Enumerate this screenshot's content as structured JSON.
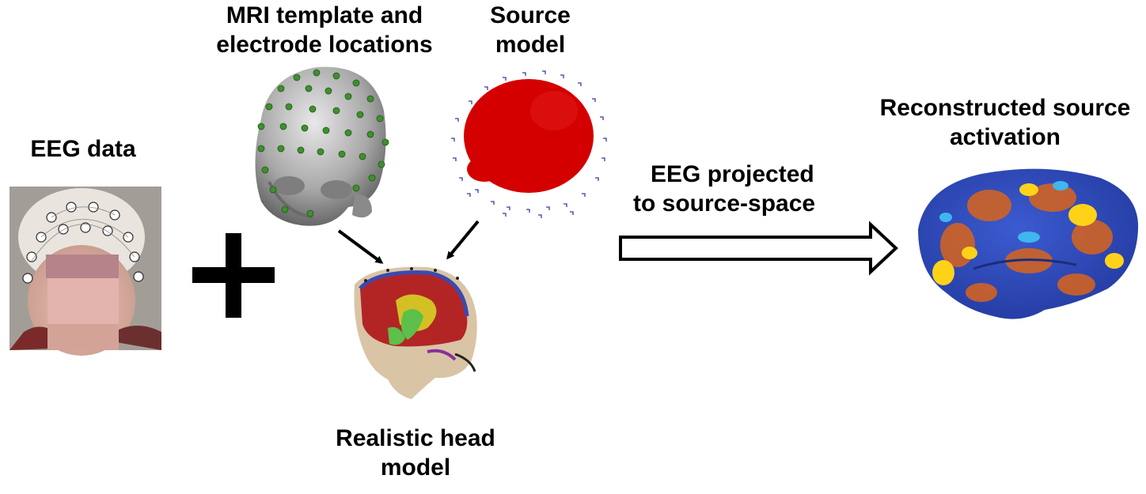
{
  "labels": {
    "eeg_data": "EEG data",
    "mri_template_line1": "MRI template and",
    "mri_template_line2": "electrode locations",
    "source_model_line1": "Source",
    "source_model_line2": "model",
    "realistic_head_line1": "Realistic head",
    "realistic_head_line2": "model",
    "eeg_projected_line1": "EEG projected",
    "eeg_projected_line2": "to source-space",
    "reconstructed_line1": "Reconstructed source",
    "reconstructed_line2": "activation"
  },
  "symbols": {
    "plus": "+"
  },
  "images": [
    "infant-eeg-cap-photo",
    "mri-head-with-electrodes",
    "source-model-point-cloud",
    "realistic-head-model-sagittal",
    "brain-activation-map"
  ],
  "colors": {
    "electrode_green": "#3f8f2f",
    "source_red": "#d40000",
    "source_blue": "#3a3aa0",
    "activation_blue": "#2a4ab8",
    "activation_orange": "#d9641c",
    "activation_yellow": "#ffd21a"
  }
}
